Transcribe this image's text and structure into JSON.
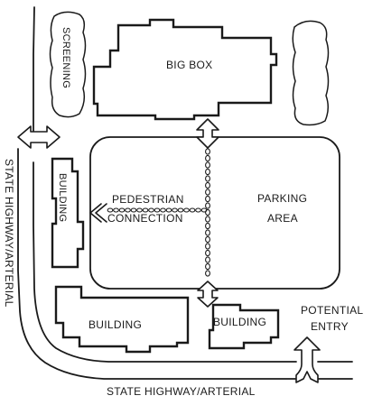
{
  "labels": {
    "screening": "SCREENING",
    "big_box": "BIG BOX",
    "building_left": "BUILDING",
    "pedestrian_line1": "PEDESTRIAN",
    "pedestrian_line2": "CONNECTION",
    "parking_line1": "PARKING",
    "parking_line2": "AREA",
    "building_bottom_left": "BUILDING",
    "building_bottom_right": "BUILDING",
    "potential_line1": "POTENTIAL",
    "potential_line2": "ENTRY",
    "highway_vertical": "STATE HIGHWAY/ARTERIAL",
    "highway_horizontal": "STATE HIGHWAY/ARTERIAL"
  },
  "icons": {
    "access_arrow": "double-arrow-icon",
    "pedestrian_arrow": "chevron-left-icon"
  },
  "colors": {
    "ink": "#1a1a1a",
    "paper": "#ffffff"
  }
}
